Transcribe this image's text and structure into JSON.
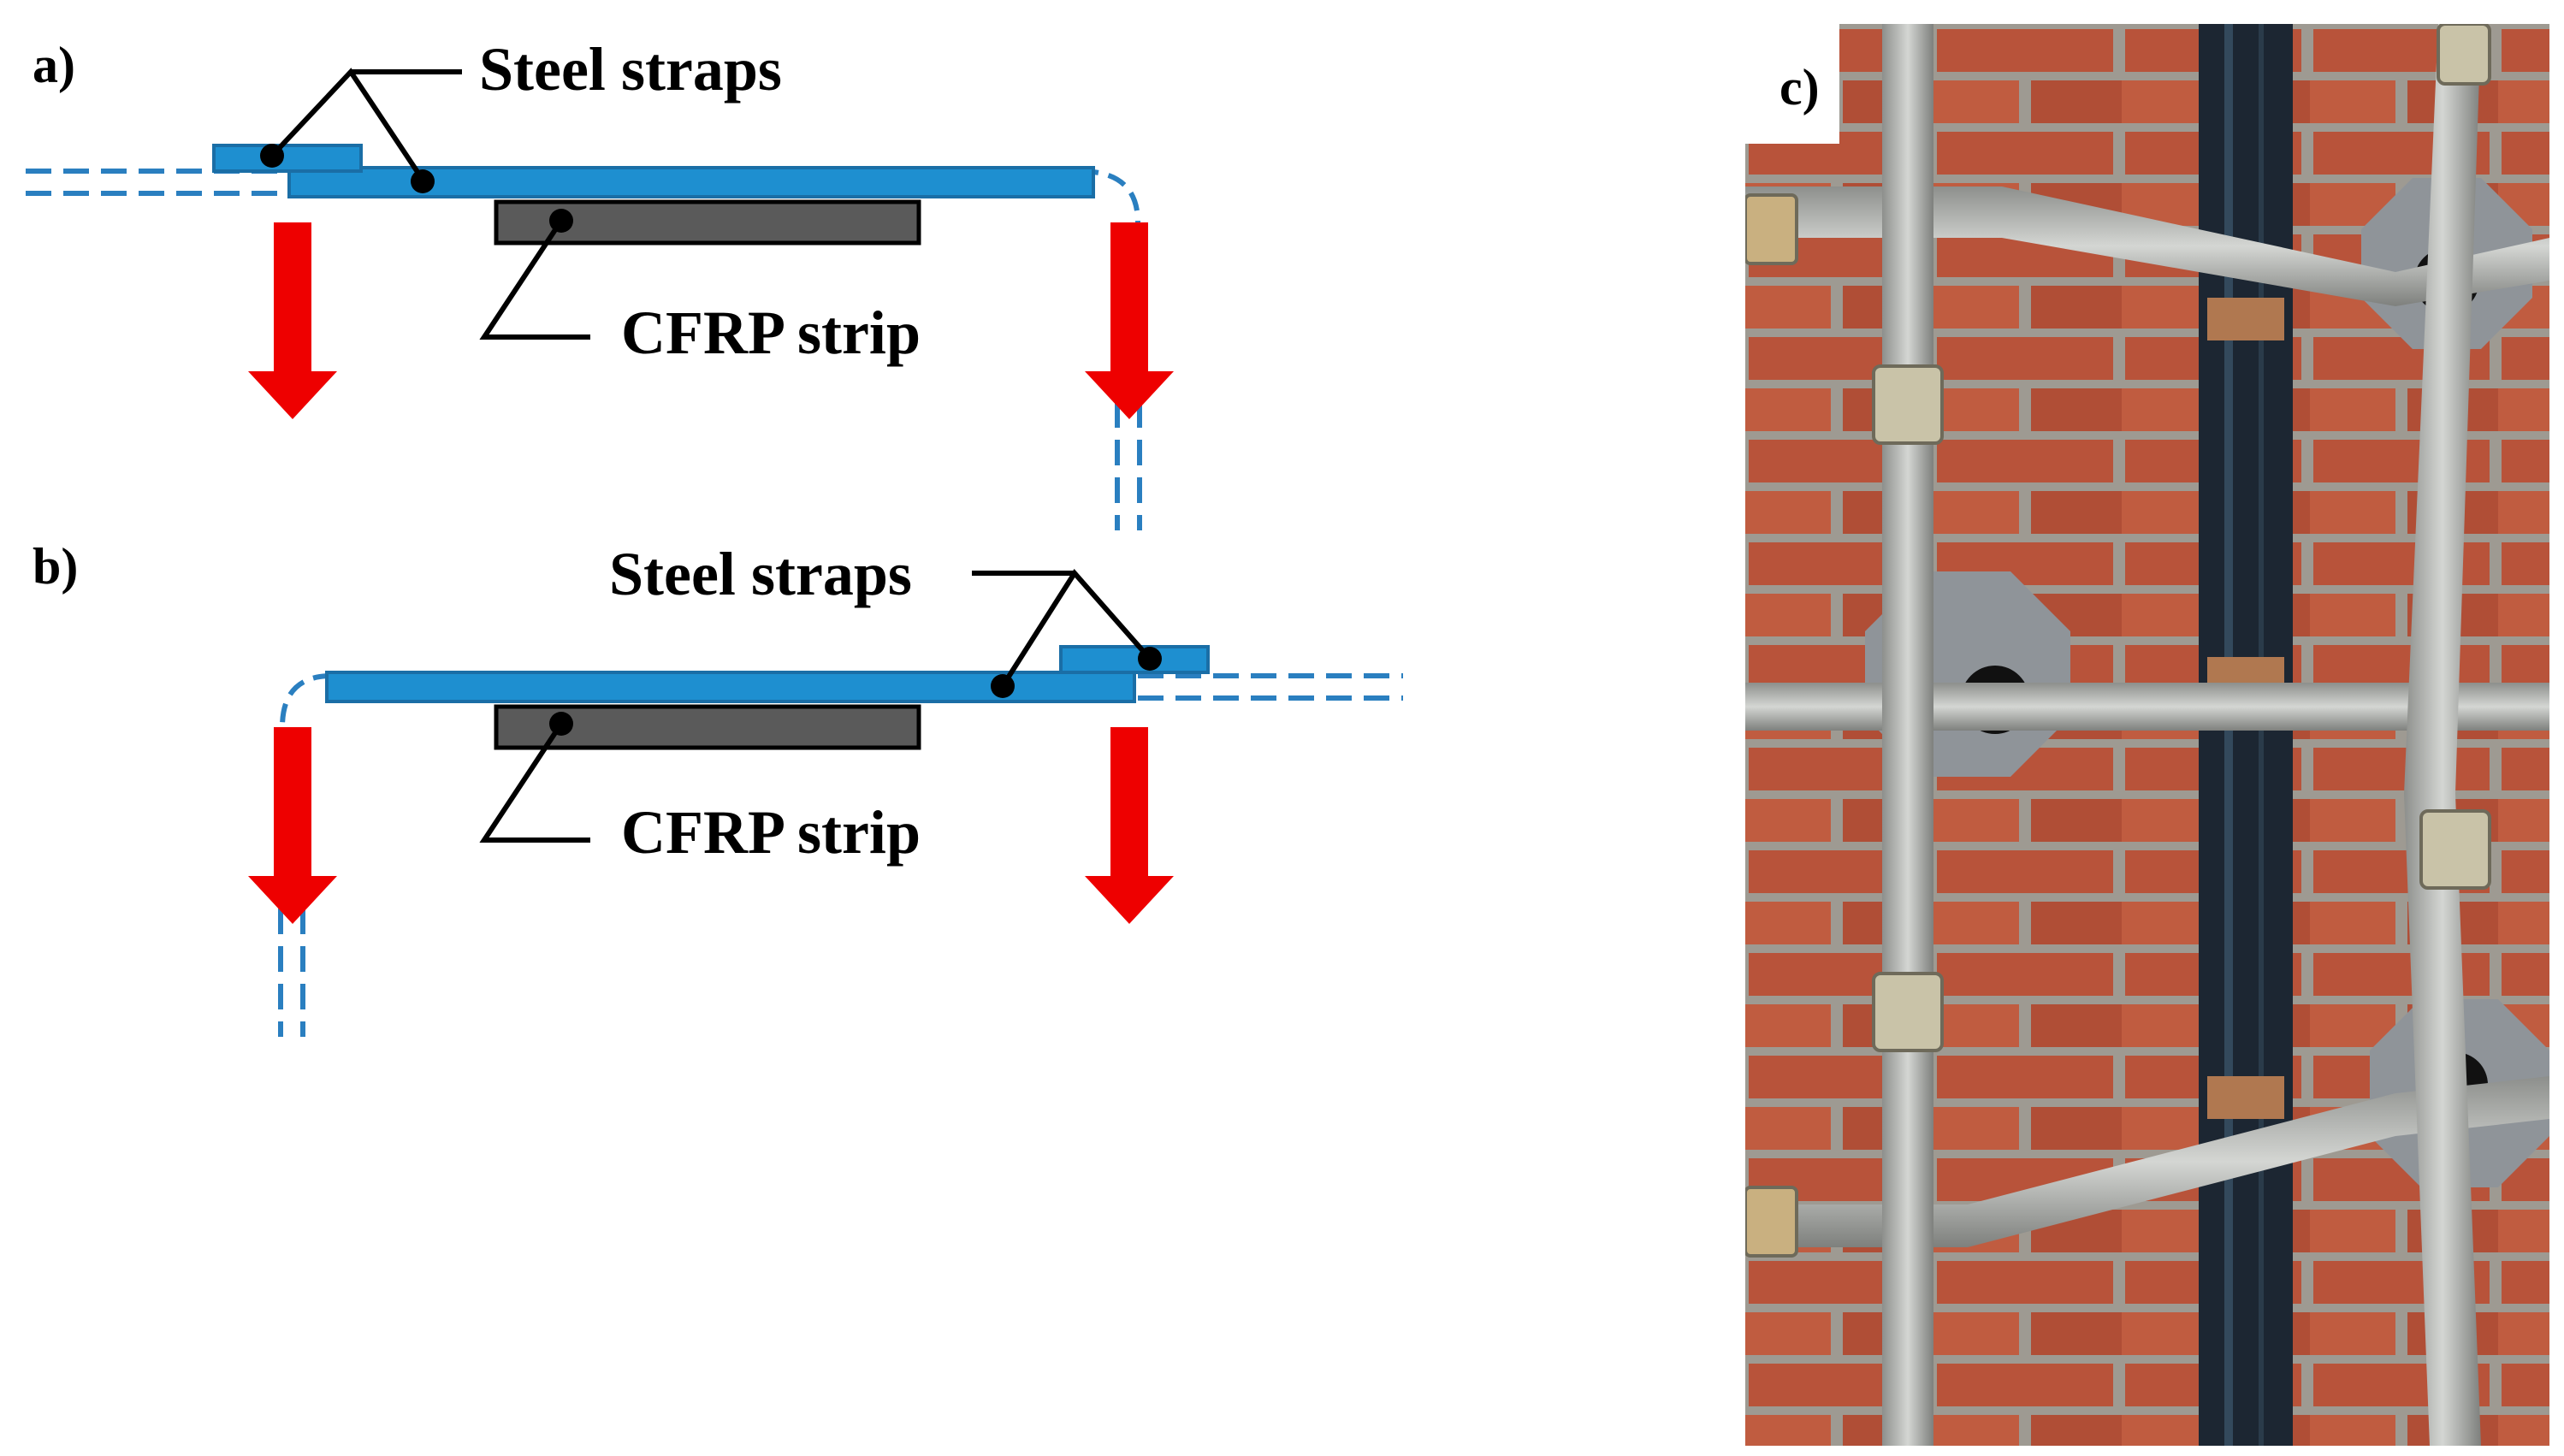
{
  "panels": {
    "a": {
      "label": "a)",
      "straps_label": "Steel straps",
      "strip_label": "CFRP strip"
    },
    "b": {
      "label": "b)",
      "straps_label": "Steel straps",
      "strip_label": "CFRP strip"
    },
    "c": {
      "label": "c)"
    }
  },
  "colors": {
    "strap_blue": "#1e8fd0",
    "dash_blue": "#2a7fc0",
    "cfrp_gray": "#5a5a5a",
    "arrow_red": "#ee0000",
    "brick": "#b8533a",
    "mortar": "#9e9a92",
    "steel": "#b9bbb8",
    "anchor_plate": "#8f9499",
    "cfrp_black": "#1c2632",
    "wood": "#b07850"
  },
  "photo": {
    "description_icon": "masonry-wall-photo"
  }
}
